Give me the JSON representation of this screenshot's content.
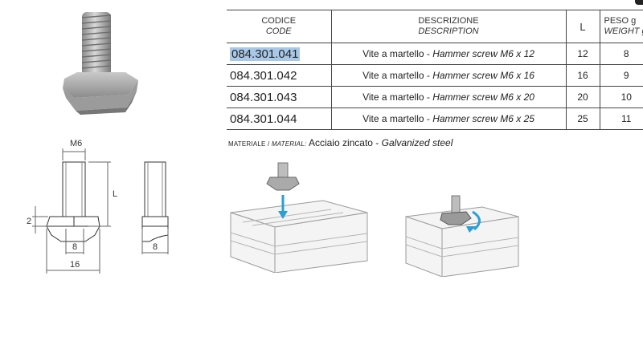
{
  "table": {
    "headers": {
      "code": "CODICE",
      "code_en": "CODE",
      "desc": "DESCRIZIONE",
      "desc_en": "DESCRIPTION",
      "l": "L",
      "weight": "PESO g",
      "weight_en": "WEIGHT g"
    },
    "rows": [
      {
        "code": "084.301.041",
        "desc_it": "Vite a martello - ",
        "desc_en": "Hammer screw M6 x 12",
        "l": "12",
        "weight": "8"
      },
      {
        "code": "084.301.042",
        "desc_it": "Vite a martello - ",
        "desc_en": "Hammer screw M6 x 16",
        "l": "16",
        "weight": "9"
      },
      {
        "code": "084.301.043",
        "desc_it": "Vite a martello - ",
        "desc_en": "Hammer screw M6 x 20",
        "l": "20",
        "weight": "10"
      },
      {
        "code": "084.301.044",
        "desc_it": "Vite a martello - ",
        "desc_en": "Hammer screw M6 x 25",
        "l": "25",
        "weight": "11"
      }
    ]
  },
  "material": {
    "label": "MATERIALE / ",
    "label_en": "MATERIAL:",
    "value_it": "Acciaio zincato - ",
    "value_en": "Galvanized steel"
  },
  "drawing": {
    "thread": "M6",
    "length": "L",
    "head_height": "2",
    "neck_width": "8",
    "total_width": "16",
    "side_width": "8"
  },
  "colors": {
    "selection": "#a8c8e8",
    "arrow": "#2a9fd6"
  }
}
